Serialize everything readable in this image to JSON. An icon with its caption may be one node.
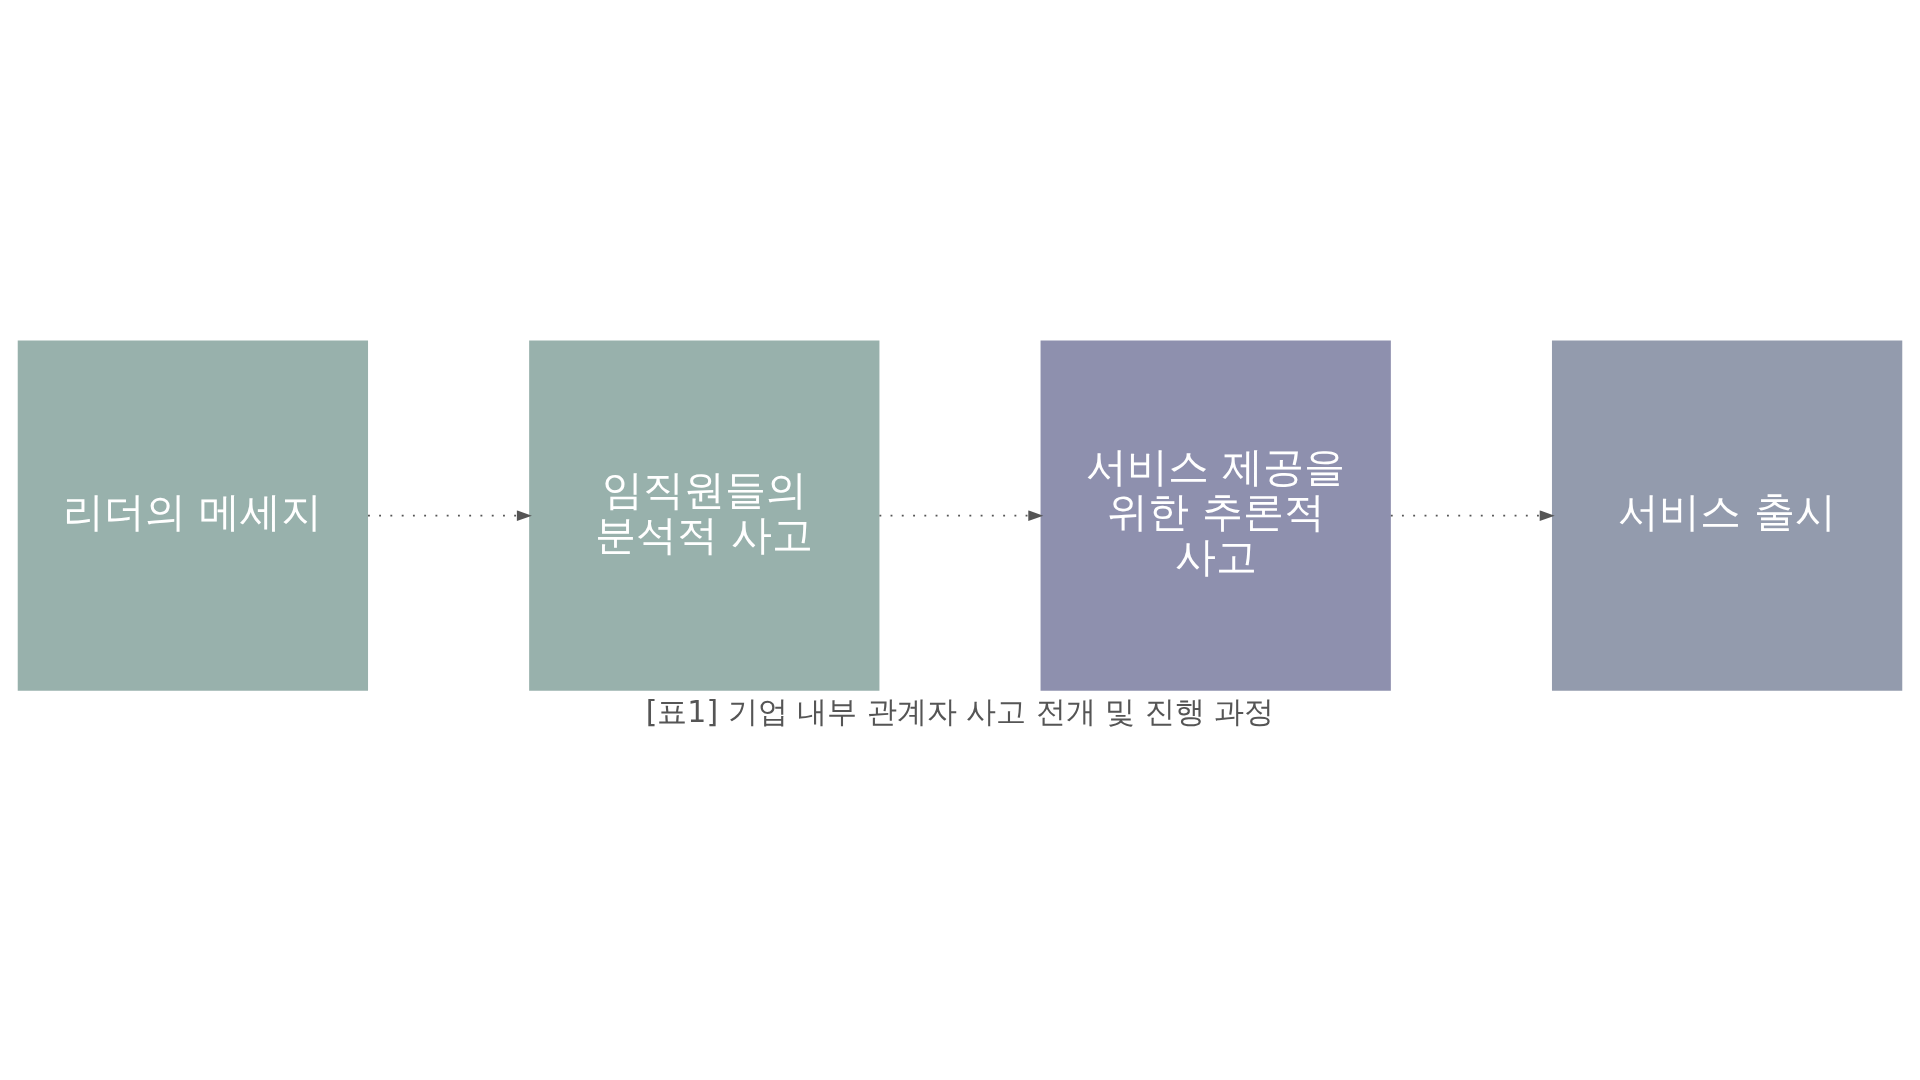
{
  "diagram": {
    "caption": "[표1] 기업 내부 관계자 사고 전개 및 진행 과정",
    "nodes": [
      {
        "text": [
          "리더의 메세지"
        ]
      },
      {
        "text": [
          "임직원들의 분석적 사고"
        ]
      },
      {
        "text": [
          "서비스 제공을 위한 추론적 사고"
        ]
      },
      {
        "text": [
          "서비스 출시"
        ]
      }
    ],
    "edges": [
      {
        "from": 0,
        "to": 1,
        "arrow": "to",
        "style": "dashed"
      },
      {
        "from": 1,
        "to": 2,
        "arrow": "to",
        "style": "dashed"
      },
      {
        "from": 2,
        "to": 3,
        "arrow": "to",
        "style": "dashed"
      }
    ]
  }
}
